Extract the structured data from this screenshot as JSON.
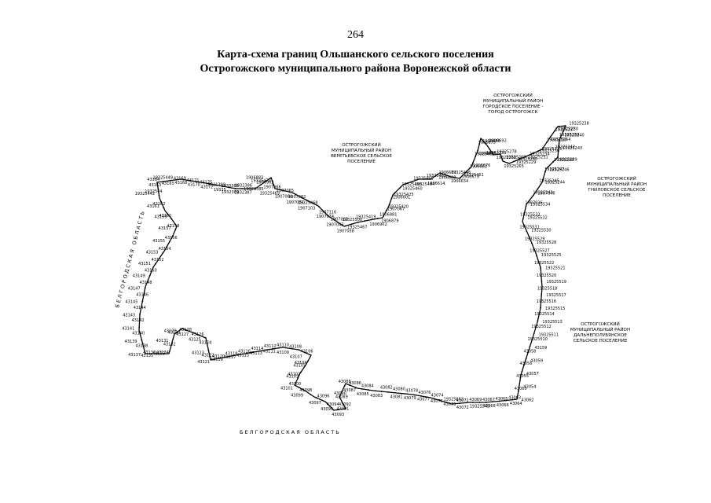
{
  "page_number": "264",
  "title": {
    "line1": "Карта-схема границ Ольшанского сельского поселения",
    "line2": "Острогожского муниципального района Воронежской области"
  },
  "neighbors": {
    "ostrogozhsk": [
      "ОСТРОГОЖСКИЙ",
      "МУНИЦИПАЛЬНЫЙ РАЙОН",
      "ГОРОДСКОЕ ПОСЕЛЕНИЕ -",
      "ГОРОД ОСТРОГОЖСК"
    ],
    "veretye": [
      "ОСТРОГОЖСКИЙ",
      "МУНИЦИПАЛЬНЫЙ РАЙОН",
      "ВЕРЕТЬЕВСКОЕ СЕЛЬСКОЕ",
      "ПОСЕЛЕНИЕ"
    ],
    "gnilovskoe": [
      "ОСТРОГОЖСКИЙ",
      "МУНИЦИПАЛЬНЫЙ РАЙОН",
      "ГНИЛОВСКОЕ СЕЛЬСКОЕ",
      "ПОСЕЛЕНИЕ"
    ],
    "dalnepolubyanskoe": [
      "ОСТРОГОЖСКИЙ",
      "МУНИЦИПАЛЬНЫЙ РАЙОН",
      "ДАЛЬНЕПОЛУБЯНСКОЕ",
      "СЕЛЬСКОЕ ПОСЕЛЕНИЕ"
    ],
    "belgorod_left": "БЕЛГОРОДСКАЯ ОБЛАСТЬ",
    "belgorod_bottom": "БЕЛГОРОДСКАЯ ОБЛАСТЬ"
  },
  "boundary_points": [
    "43163",
    "43164",
    "43165",
    "19325449",
    "43168",
    "43169",
    "43170",
    "43171",
    "43172",
    "43175",
    "19335",
    "19321399",
    "1932389",
    "1933388",
    "1932387",
    "1932386",
    "19323385",
    "1906883",
    "1906902",
    "19325470",
    "19325469",
    "1907066",
    "1907064",
    "1907065",
    "1907081",
    "1907082",
    "1907103",
    "19325468",
    "1907074",
    "1907116",
    "1907043",
    "1907063",
    "1907058",
    "19325500",
    "19325467",
    "19325419",
    "1906902",
    "1906881",
    "1906879",
    "19325420",
    "1907067",
    "19325425",
    "1906601",
    "19325466",
    "19325460",
    "19325465",
    "19325464",
    "19325463",
    "1906614",
    "1906683",
    "1906680",
    "19325446",
    "1906634",
    "19325461",
    "1906679",
    "1906676",
    "1906682",
    "1906683",
    "19325462",
    "1906686",
    "1906675",
    "1906692",
    "19062331",
    "19325278",
    "19325269",
    "19325268",
    "19325265",
    "19325260",
    "19325229",
    "19325234",
    "19325251",
    "19325235",
    "19325236",
    "19325254",
    "19325229",
    "19325230",
    "19325237",
    "19325238",
    "19325239",
    "19325240",
    "19325242",
    "19325243",
    "19325238",
    "19325239",
    "19325247",
    "19325246",
    "19325245",
    "19325244",
    "19325243",
    "1907046",
    "1907026",
    "19325534",
    "19325533",
    "19325532",
    "19325531",
    "19325530",
    "19325529",
    "19325528",
    "19325527",
    "19325525",
    "19325522",
    "19325521",
    "19325520",
    "19325519",
    "19325518",
    "19325517",
    "19325516",
    "19325515",
    "19325514",
    "19325513",
    "19325512",
    "19325511",
    "19325510",
    "43159",
    "43058",
    "43059",
    "43056",
    "43057",
    "43055",
    "43054",
    "43060",
    "43062",
    "43063",
    "43064",
    "43065",
    "43066",
    "43067",
    "43068",
    "43069",
    "19325543",
    "43071",
    "43072",
    "19325663",
    "43073",
    "43074",
    "43075",
    "43076",
    "43077",
    "43078",
    "43079",
    "43080",
    "43081",
    "43082",
    "43083",
    "43084",
    "43085",
    "43086",
    "43087",
    "43088",
    "43089",
    "43090",
    "43091",
    "43092",
    "43093",
    "43094",
    "43095",
    "43096",
    "43097",
    "43098",
    "43099",
    "43100",
    "43101",
    "43102",
    "43103",
    "43104",
    "43105",
    "43106",
    "43107",
    "43108",
    "43109",
    "43110",
    "43111",
    "43112",
    "43113",
    "43114",
    "43115",
    "43116",
    "43117",
    "43118",
    "43119",
    "43120",
    "43121",
    "43122",
    "43123",
    "43124",
    "43125",
    "43126",
    "43127",
    "43128",
    "43129",
    "43130",
    "43131",
    "43132",
    "43133",
    "43134",
    "43135",
    "43136",
    "43137",
    "43138",
    "43139",
    "43140",
    "43141",
    "43142",
    "43143",
    "43144",
    "43145",
    "43146",
    "43147",
    "43148",
    "43149",
    "43150",
    "43151",
    "43152",
    "43153",
    "43154",
    "43155",
    "43156",
    "43157",
    "43158",
    "43159",
    "43160",
    "43161",
    "43162",
    "19325442",
    "1932544"
  ]
}
